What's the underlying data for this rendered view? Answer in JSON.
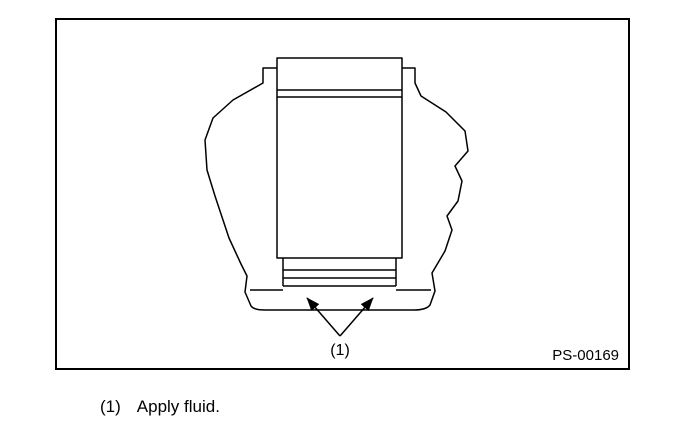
{
  "figure": {
    "code": "PS-00169",
    "callout": "(1)"
  },
  "caption": {
    "number": "(1)",
    "text": "Apply fluid."
  },
  "colors": {
    "line": "#000000",
    "background": "#ffffff"
  }
}
